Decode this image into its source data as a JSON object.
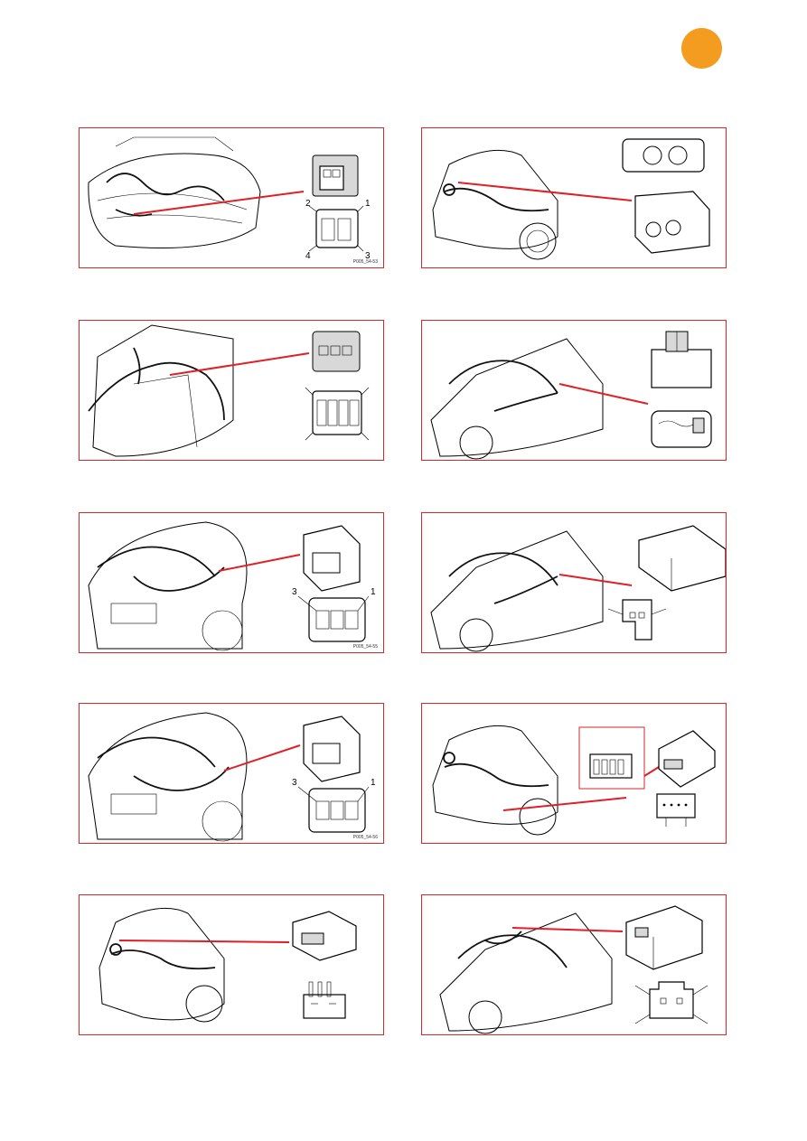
{
  "page": {
    "badge_color": "#f39c1f",
    "frame_color": "#d9262b"
  },
  "panels": [
    {
      "id": "p1",
      "code": "P005_54-53",
      "pins": [
        "2",
        "1",
        "4",
        "3"
      ]
    },
    {
      "id": "p2",
      "code": "",
      "pins": []
    },
    {
      "id": "p3",
      "code": "",
      "pins": []
    },
    {
      "id": "p4",
      "code": "",
      "pins": []
    },
    {
      "id": "p5",
      "code": "P005_54-55",
      "pins": [
        "3",
        "1"
      ]
    },
    {
      "id": "p6",
      "code": "",
      "pins": []
    },
    {
      "id": "p7",
      "code": "P005_54-56",
      "pins": [
        "3",
        "1"
      ]
    },
    {
      "id": "p8",
      "code": "",
      "pins": []
    },
    {
      "id": "p9",
      "code": "",
      "pins": []
    },
    {
      "id": "p10",
      "code": "",
      "pins": []
    }
  ]
}
